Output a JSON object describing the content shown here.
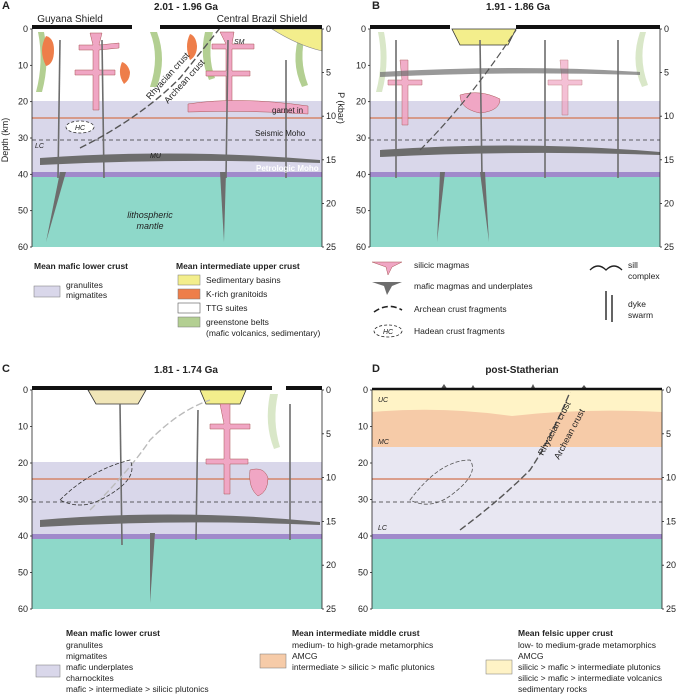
{
  "colors": {
    "lower_crust": "#d9d7ea",
    "lower_crust_dark": "#c9c6e2",
    "mantle": "#8ed8c9",
    "moho_purple": "#a08acb",
    "sedimentary": "#f3ee8c",
    "k_granitoid": "#ee7e4a",
    "greenstone": "#b3cf92",
    "silicic": "#f0a6c4",
    "mafic": "#6d6d6d",
    "upper_felsic": "#fff3c6",
    "middle_crust": "#f6cba8",
    "line_orange": "#d6856a"
  },
  "axes": {
    "depth_label": "Depth (km)",
    "pressure_label": "P (kbar)",
    "depth_ticks": [
      "0",
      "10",
      "20",
      "30",
      "40",
      "50",
      "60"
    ],
    "pressure_ticks": [
      "0",
      "5",
      "10",
      "15",
      "20",
      "25"
    ]
  },
  "panels": {
    "A": {
      "letter": "A",
      "title": "2.01 - 1.96 Ga",
      "guyana": "Guyana Shield",
      "brazil": "Central Brazil Shield",
      "sm": "SM",
      "rhyacian": "Rhyacian crust",
      "archean": "Archean crust",
      "garnet": "garnet in",
      "seismic_moho": "Seismic Moho",
      "petrologic_moho": "Petrologic Moho",
      "hc": "HC",
      "lc": "LC",
      "mu": "MU",
      "mantle1": "lithospheric",
      "mantle2": "mantle"
    },
    "B": {
      "letter": "B",
      "title": "1.91 - 1.86 Ga"
    },
    "C": {
      "letter": "C",
      "title": "1.81 - 1.74 Ga"
    },
    "D": {
      "letter": "D",
      "title": "post-Statherian",
      "uc": "UC",
      "mc": "MC",
      "lc": "LC",
      "rhyacian": "Rhyacian crust",
      "archean": "Archean crust"
    }
  },
  "legend_a": {
    "lower_title": "Mean mafic lower crust",
    "lower_items": [
      "granulites",
      "migmatites"
    ],
    "upper_title": "Mean intermediate upper crust",
    "upper_items": [
      "Sedimentary basins",
      "K-rich granitoids",
      "TTG suites",
      "greenstone belts",
      "(mafic volcanics, sedimentary)"
    ]
  },
  "legend_b": {
    "silicic": "silicic magmas",
    "mafic": "mafic magmas and underplates",
    "archean_frag": "Archean crust fragments",
    "hadean_frag": "Hadean crust fragments",
    "hc": "HC",
    "sill1": "sill",
    "sill2": "complex",
    "dyke1": "dyke",
    "dyke2": "swarm"
  },
  "legend_d": {
    "lower_title": "Mean mafic lower crust",
    "lower_items": [
      "granulites",
      "migmatites",
      "mafic underplates",
      "charnockites",
      "mafic > intermediate > silicic plutonics"
    ],
    "middle_title": "Mean intermediate middle crust",
    "middle_items": [
      "medium- to high-grade metamorphics",
      "AMCG",
      "intermediate > silicic > mafic plutonics"
    ],
    "upper_title": "Mean felsic upper crust",
    "upper_items": [
      "low- to medium-grade metamorphics",
      "AMCG",
      "silicic > mafic > intermediate plutonics",
      "silicic > mafic > intermediate volcanics",
      "sedimentary rocks"
    ]
  }
}
